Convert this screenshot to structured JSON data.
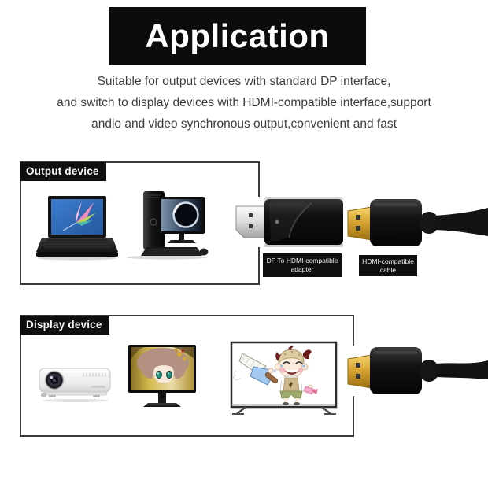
{
  "banner": {
    "title": "Application"
  },
  "description": {
    "lines": [
      "Suitable for output devices with standard DP interface,",
      "and switch to display devices with HDMI-compatible interface,support",
      "andio and video synchronous output,convenient and fast"
    ]
  },
  "sections": {
    "output": {
      "label": "Output device",
      "devices": [
        "laptop",
        "desktop computer"
      ]
    },
    "display": {
      "label": "Display device",
      "devices": [
        "projector",
        "monitor",
        "tv"
      ]
    }
  },
  "labels": {
    "adapter": {
      "lines": [
        "DP To HDMI-compatible",
        "adapter"
      ]
    },
    "cable": {
      "lines": [
        "HDMI-compatible",
        "cable"
      ]
    }
  },
  "icons": [
    "laptop-image",
    "desktop-computer-image",
    "dp-to-hdmi-adapter-image",
    "hdmi-cable-image",
    "projector-image",
    "monitor-image",
    "tv-image"
  ],
  "colors": {
    "banner_bg": "#0c0c0c",
    "banner_fg": "#ffffff",
    "page_bg": "#ffffff",
    "body_text": "#3d3d3d",
    "box_border": "#3a3a3a",
    "chip_bg": "#0f0f0f",
    "chip_fg": "#f2f2f2",
    "hdmi_gold": "#d8a431",
    "laptop_screen_blue": "#2f6fc2"
  }
}
